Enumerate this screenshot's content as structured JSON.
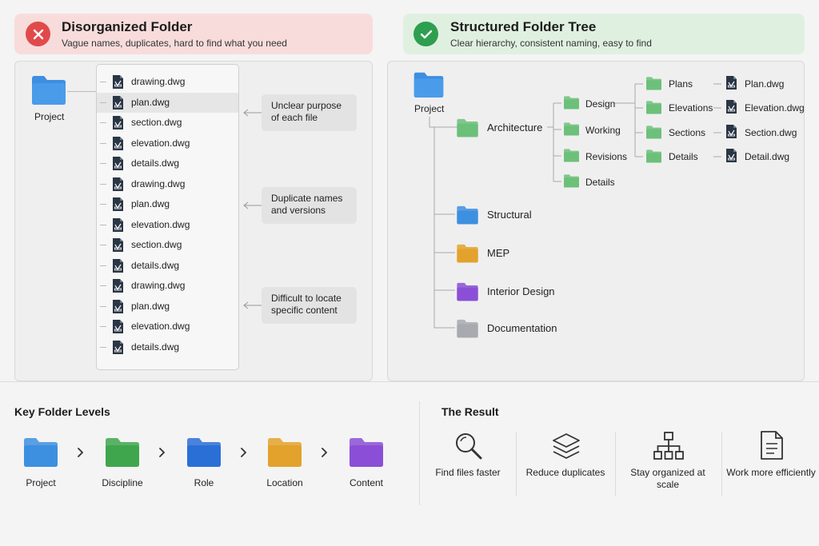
{
  "left_header": {
    "title": "Disorganized Folder",
    "subtitle": "Vague names, duplicates, hard to find what you need",
    "icon": "x-icon",
    "color": "#e14a4a"
  },
  "right_header": {
    "title": "Structured Folder Tree",
    "subtitle": "Clear hierarchy, consistent naming, easy to find",
    "icon": "check-icon",
    "color": "#2e9e4f"
  },
  "left_panel": {
    "root_label": "Project",
    "files": [
      "drawing.dwg",
      "plan.dwg",
      "section.dwg",
      "elevation.dwg",
      "details.dwg",
      "drawing.dwg",
      "plan.dwg",
      "elevation.dwg",
      "section.dwg",
      "details.dwg",
      "drawing.dwg",
      "plan.dwg",
      "elevation.dwg",
      "details.dwg"
    ],
    "callouts": [
      "Unclear purpose of each file",
      "Duplicate names and versions",
      "Difficult to locate specific content"
    ]
  },
  "right_panel": {
    "root_label": "Project",
    "disciplines": [
      "Architecture",
      "Structural",
      "MEP",
      "Interior Design",
      "Documentation"
    ],
    "phases": [
      "Design",
      "Working",
      "Revisions",
      "Details"
    ],
    "views": [
      "Plans",
      "Elevations",
      "Sections",
      "Details"
    ],
    "files": [
      "Plan.dwg",
      "Elevation.dwg",
      "Section.dwg",
      "Detail.dwg"
    ]
  },
  "levels": {
    "title": "Key Folder Levels",
    "items": [
      {
        "label": "Project",
        "color": "#3d8fe0"
      },
      {
        "label": "Discipline",
        "color": "#3fa64e"
      },
      {
        "label": "Role",
        "color": "#2a6fd6"
      },
      {
        "label": "Location",
        "color": "#e2a22c"
      },
      {
        "label": "Content",
        "color": "#8a4fd6"
      }
    ]
  },
  "result": {
    "title": "The Result",
    "items": [
      {
        "label": "Find files faster",
        "icon": "magnifier-icon"
      },
      {
        "label": "Reduce duplicates",
        "icon": "layers-icon"
      },
      {
        "label": "Stay organized at scale",
        "icon": "hierarchy-icon"
      },
      {
        "label": "Work more efficiently",
        "icon": "document-icon"
      }
    ]
  },
  "colors": {
    "blue": "#3d8fe0",
    "green": "#6cc07a",
    "yellow": "#e2a22c",
    "purple": "#8a4fd6",
    "gray": "#a7abb0"
  }
}
